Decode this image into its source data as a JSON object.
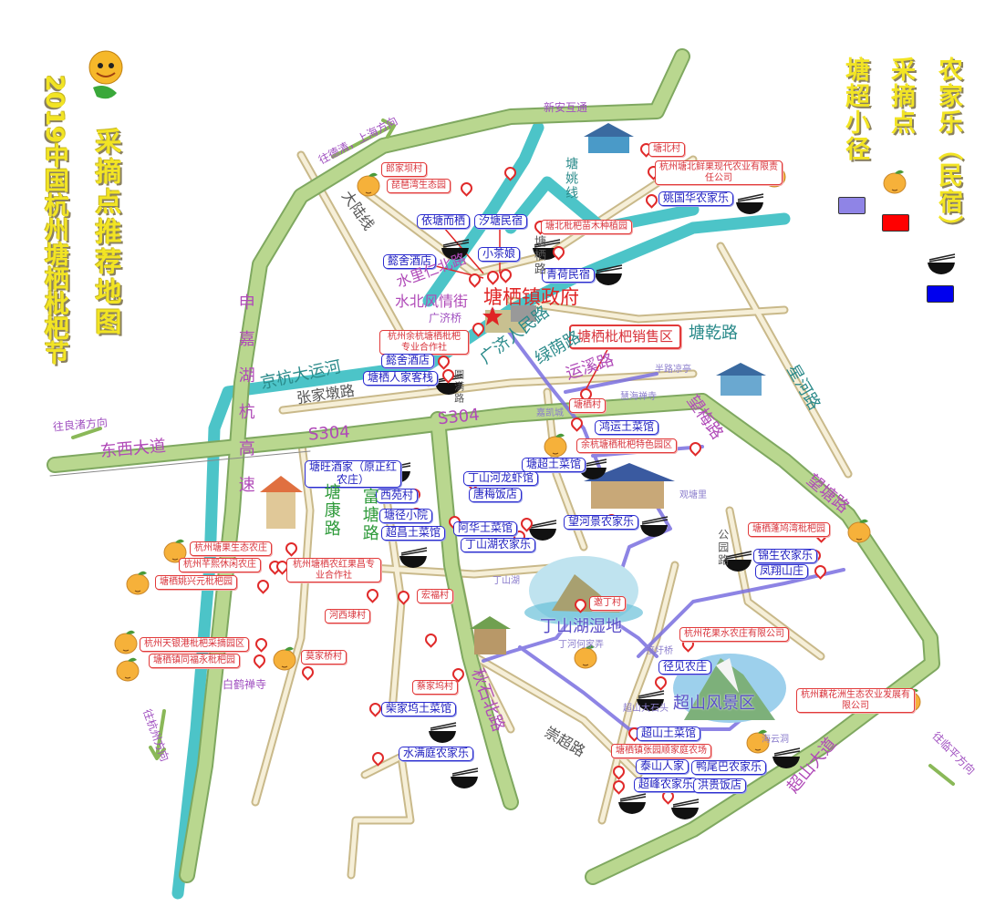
{
  "title": {
    "main": "采摘点推荐地图",
    "festival": "2019中国杭州塘栖枇杷节"
  },
  "legend": [
    {
      "label": "农家乐（民宿）",
      "icon": "bowl-icon",
      "color": "#0000ee"
    },
    {
      "label": "采摘点",
      "icon": "loquat-icon",
      "color": "#ff0000"
    },
    {
      "label": "塘超小径",
      "color": "#8f84e6"
    }
  ],
  "colors": {
    "road_main": "#b6d48c",
    "canal": "#4cc4c8",
    "trail": "#7a6fe0",
    "picking": "#e23a3a",
    "farmstay": "#2a2ad0"
  },
  "picking_spots": [
    "郎家坝村",
    "琵琶湾生态园",
    "塘北村",
    "杭州塘北鲜果现代农业有限责任公司",
    "塘北枇杷苗木种植园",
    "杭州余杭塘栖枇杷专业合作社",
    "塘栖枇杷销售区",
    "塘栖村",
    "余杭塘栖枇杷特色园区",
    "塘栖蓬鸠湾枇杷园",
    "杭州塘果生态农庄",
    "杭州芊熙休闲农庄",
    "杭州塘栖农红果昌专业合作社",
    "塘栖姚兴元枇杷园",
    "河西埭村",
    "宏福村",
    "杭州天银港枇杷采摘园区",
    "塘栖镇同福永枇杷园",
    "莫家桥村",
    "蔡家坞村",
    "邀丁村",
    "杭州花果水农庄有限公司",
    "杭州藕花洲生态农业发展有限公司",
    "塘栖镇张园顺家庭农场"
  ],
  "farmstays": [
    "姚国华农家乐",
    "依塘而栖",
    "汐塘民宿",
    "小茶娘",
    "懿舍酒店",
    "青荷民宿",
    "懿舍酒店",
    "塘栖人家客栈",
    "鸿运土菜馆",
    "塘超土菜馆",
    "塘旺酒家（原正红农庄）",
    "丁山河龙虾馆",
    "西苑村",
    "唐梅饭店",
    "塘径小院",
    "阿华土菜馆",
    "超昌土菜馆",
    "丁山湖农家乐",
    "望河景农家乐",
    "锦生农家乐",
    "凤翔山庄",
    "径见农庄",
    "超山土菜馆",
    "泰山人家",
    "鸭尾巴农家乐",
    "超峰农家乐",
    "洪贵饭店",
    "柴家坞土菜馆",
    "水满庭农家乐"
  ],
  "places": [
    "新安互通",
    "往德清，上海方向",
    "大陆线",
    "塘姚线",
    "塘栖路",
    "水里仁北路",
    "水北风情街",
    "塘栖镇政府",
    "广济桥",
    "广济人民路",
    "绿荫路",
    "运溪路",
    "塘乾路",
    "京杭大运河",
    "张家墩路",
    "S304",
    "S304",
    "东西大道",
    "往良渚方向",
    "申嘉湖杭高速",
    "塘康路",
    "富塘路",
    "望梅路",
    "星河路",
    "望塘路",
    "丁山湖",
    "丁山湖湿地",
    "丁河何家弄",
    "秋石北路",
    "崇超路",
    "超山风景区",
    "超山大石头",
    "海云洞",
    "白鹤禅寺",
    "往杭州方向",
    "往临平方向",
    "半路凉亭",
    "慧海禅寺",
    "嘉凯城",
    "观塘里",
    "接圩桥",
    "圆满路",
    "公园路",
    "超山大道"
  ]
}
